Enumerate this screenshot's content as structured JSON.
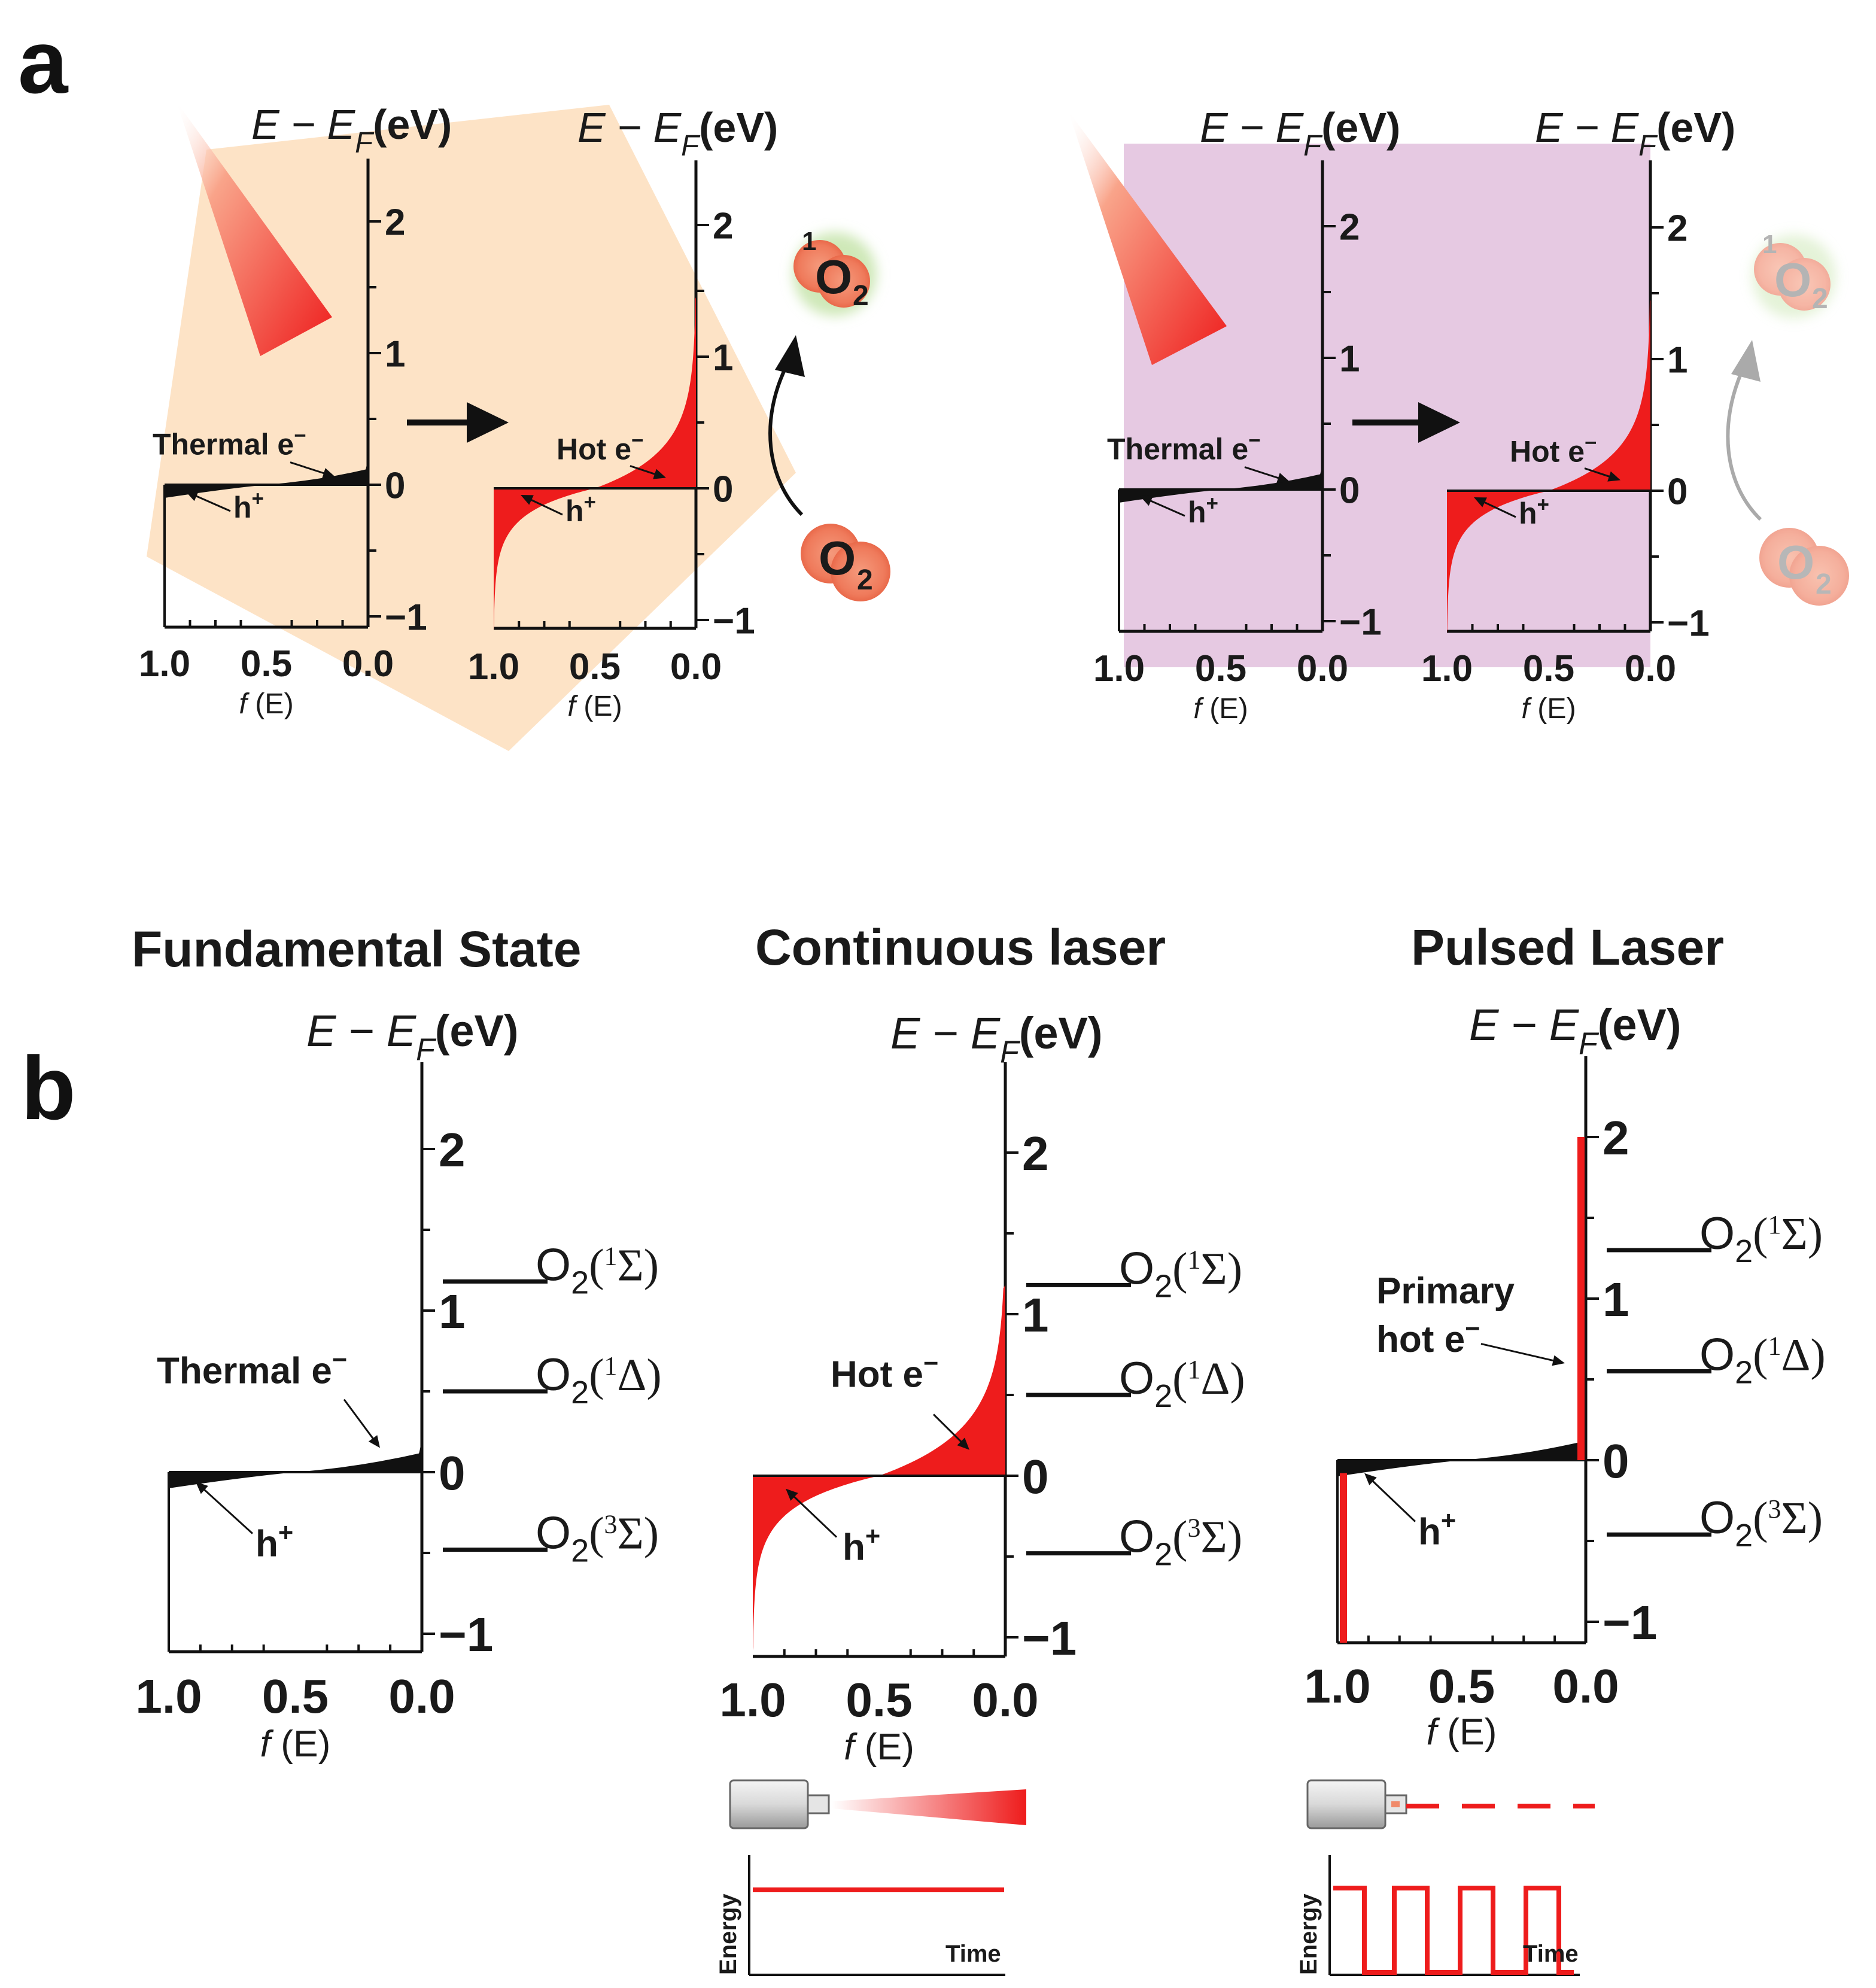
{
  "panel_a": {
    "letter": "a",
    "axis_title": "E − E",
    "axis_title_sub": "F",
    "axis_unit": "(eV)",
    "x_label": "(E)",
    "x_label_f": "f",
    "y_ticks": [
      "2",
      "1",
      "0",
      "−1"
    ],
    "x_ticks": [
      "1.0",
      "0.5",
      "0.0"
    ],
    "thermal_label": "Thermal e",
    "hot_label": "Hot e",
    "hole_label": "h",
    "o2_singlet_sup": "1",
    "o2_symbol": "O",
    "o2_sub": "2",
    "left_bg_color": "#fde3c6",
    "right_bg_color": "#e6c9e2"
  },
  "panel_b": {
    "letter": "b",
    "titles": [
      "Fundamental State",
      "Continuous laser",
      "Pulsed Laser"
    ],
    "axis_title": "E − E",
    "axis_title_sub": "F",
    "axis_unit": "(eV)",
    "x_label": "(E)",
    "x_label_f": "f",
    "y_ticks": [
      "2",
      "1",
      "0",
      "−1"
    ],
    "x_ticks": [
      "1.0",
      "0.5",
      "0.0"
    ],
    "thermal_label": "Thermal e",
    "hot_label": "Hot e",
    "primary_label_1": "Primary",
    "primary_label_2": "hot e",
    "hole_label": "h",
    "states": [
      {
        "o": "O",
        "sub": "2",
        "sup": "1",
        "term": "Σ"
      },
      {
        "o": "O",
        "sub": "2",
        "sup": "1",
        "term": "Δ"
      },
      {
        "o": "O",
        "sub": "2",
        "sup": "3",
        "term": "Σ"
      }
    ],
    "energy_label": "Energy",
    "time_label": "Time"
  },
  "colors": {
    "red": "#ee1c1c",
    "black": "#111111",
    "o2_fill": "#f28a6a",
    "o2_glow": "#cfe8b8"
  }
}
